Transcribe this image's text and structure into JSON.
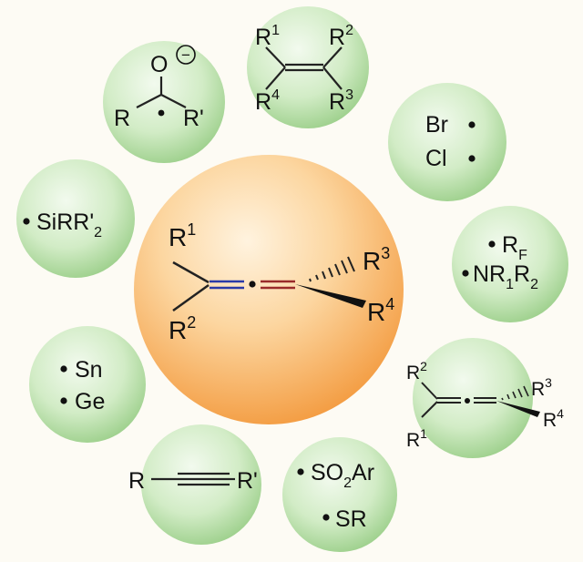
{
  "center": {
    "r_top": "R",
    "r_top_sup": "1",
    "r_bottom": "R",
    "r_bottom_sup": "2",
    "r_right_top": "R",
    "r_right_top_sup": "3",
    "r_right_bottom": "R",
    "r_right_bottom_sup": "4"
  },
  "ketyl": {
    "oxygen": "O",
    "charge": "−",
    "r_left": "R",
    "r_right": "R'"
  },
  "alkene": {
    "r1": "R",
    "r1_sup": "1",
    "r2": "R",
    "r2_sup": "2",
    "r3": "R",
    "r3_sup": "3",
    "r4": "R",
    "r4_sup": "4"
  },
  "halogens": {
    "br": "Br",
    "cl": "Cl"
  },
  "silyl": {
    "prefix": "SiRR'",
    "sub": "2"
  },
  "fluoro_amino": {
    "rf": "R",
    "rf_sub": "F",
    "nr_a": "NR",
    "nr_sub1": "1",
    "nr_b": "R",
    "nr_sub2": "2"
  },
  "metals": {
    "sn": "Sn",
    "ge": "Ge"
  },
  "allenyl": {
    "r2": "R",
    "r2_sup": "2",
    "r1": "R",
    "r1_sup": "1",
    "r3": "R",
    "r3_sup": "3",
    "r4": "R",
    "r4_sup": "4"
  },
  "alkyne": {
    "r_left": "R",
    "r_right": "R'"
  },
  "sulfur": {
    "so_a": "SO",
    "so_sub": "2",
    "so_b": "Ar",
    "sr": "SR"
  },
  "colors": {
    "center_fill": "#f6a04a",
    "center_light": "#fde6c4",
    "bubble_fill": "#a8d898",
    "bubble_light": "#eaf7e4",
    "bond_blue": "#2a3aa8",
    "bond_red": "#9a2a2a"
  }
}
